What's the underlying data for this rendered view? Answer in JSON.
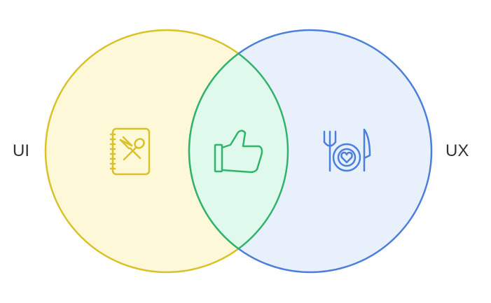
{
  "diagram": {
    "type": "venn",
    "sets": [
      {
        "label": "UI",
        "icon": "recipe-book-icon",
        "stroke": "#d8c228",
        "fill": "#fdf9d8"
      },
      {
        "label": "UX",
        "icon": "plate-fork-knife-heart-icon",
        "stroke": "#4a7fdc",
        "fill": "#e8f0fc"
      }
    ],
    "intersection": {
      "icon": "thumbs-up-icon",
      "stroke": "#32b36b",
      "fill": "#dffaec"
    }
  }
}
